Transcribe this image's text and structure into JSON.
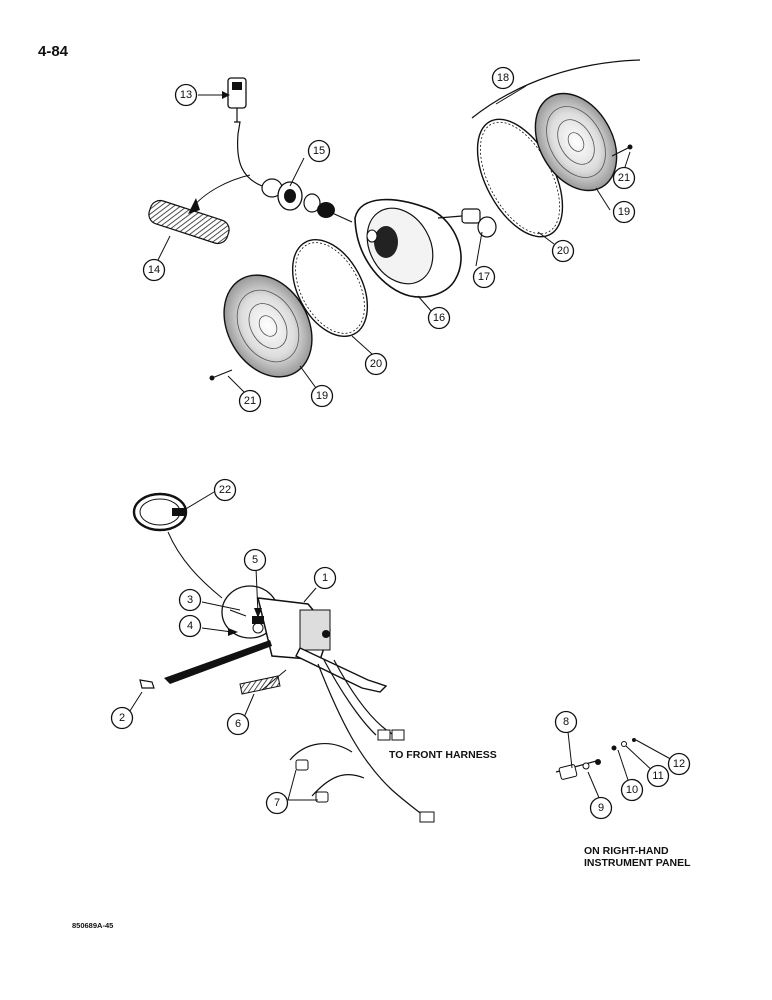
{
  "page": {
    "number": "4-84",
    "ref_code": "850689A-45",
    "notes": {
      "front_harness": "TO FRONT HARNESS",
      "panel_line1": "ON RIGHT-HAND",
      "panel_line2": "INSTRUMENT PANEL"
    }
  },
  "callouts": {
    "c1": "1",
    "c2": "2",
    "c3": "3",
    "c4": "4",
    "c5": "5",
    "c6": "6",
    "c7": "7",
    "c8": "8",
    "c9": "9",
    "c10": "10",
    "c11": "11",
    "c12": "12",
    "c13": "13",
    "c14": "14",
    "c15": "15",
    "c16": "16",
    "c17": "17",
    "c18": "18",
    "c19a": "19",
    "c19b": "19",
    "c20a": "20",
    "c20b": "20",
    "c21a": "21",
    "c21b": "21",
    "c22": "22"
  }
}
